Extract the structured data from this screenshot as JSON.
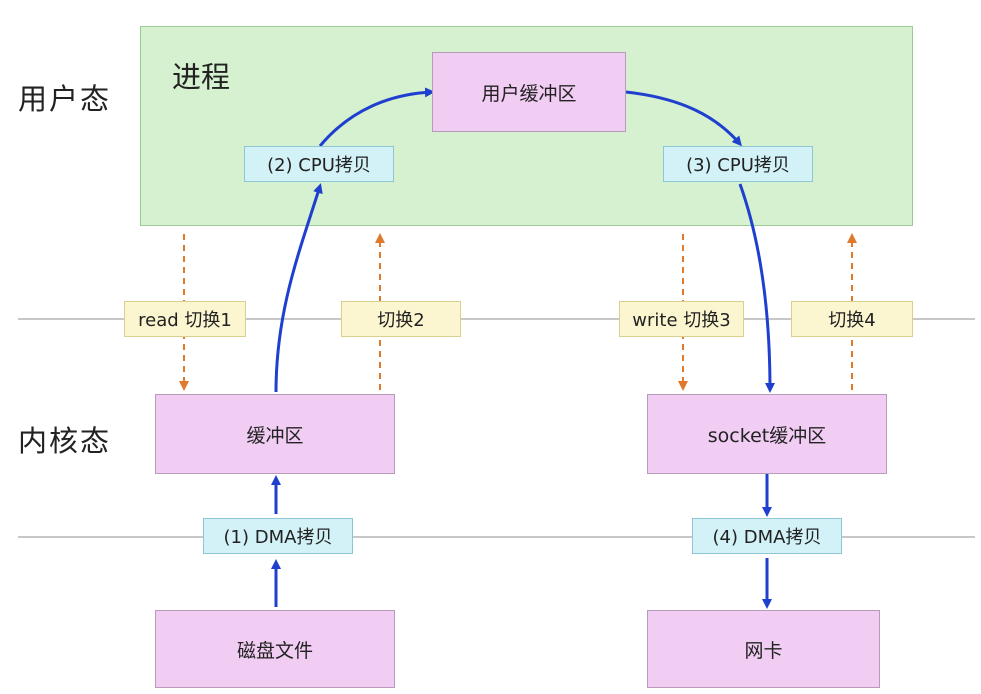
{
  "zones": {
    "user_mode": "用户态",
    "kernel_mode": "内核态"
  },
  "process": {
    "title": "进程",
    "user_buffer": "用户缓冲区"
  },
  "kernel": {
    "buffer": "缓冲区",
    "socket_buffer": "socket缓冲区"
  },
  "hardware": {
    "disk_file": "磁盘文件",
    "nic": "网卡"
  },
  "copies": {
    "cpu_copy_2": "(2) CPU拷贝",
    "cpu_copy_3": "(3) CPU拷贝",
    "dma_copy_1": "(1) DMA拷贝",
    "dma_copy_4": "(4) DMA拷贝"
  },
  "switches": {
    "switch_1": "read 切换1",
    "switch_2": "切换2",
    "switch_3": "write 切换3",
    "switch_4": "切换4"
  },
  "colors": {
    "process_fill": "#d5f1d0",
    "buffer_fill": "#f1ccf3",
    "copy_tag_fill": "#d3f2f7",
    "switch_tag_fill": "#fbf6cf",
    "data_arrow": "#1f3fcf",
    "switch_arrow": "#e07a2a"
  }
}
